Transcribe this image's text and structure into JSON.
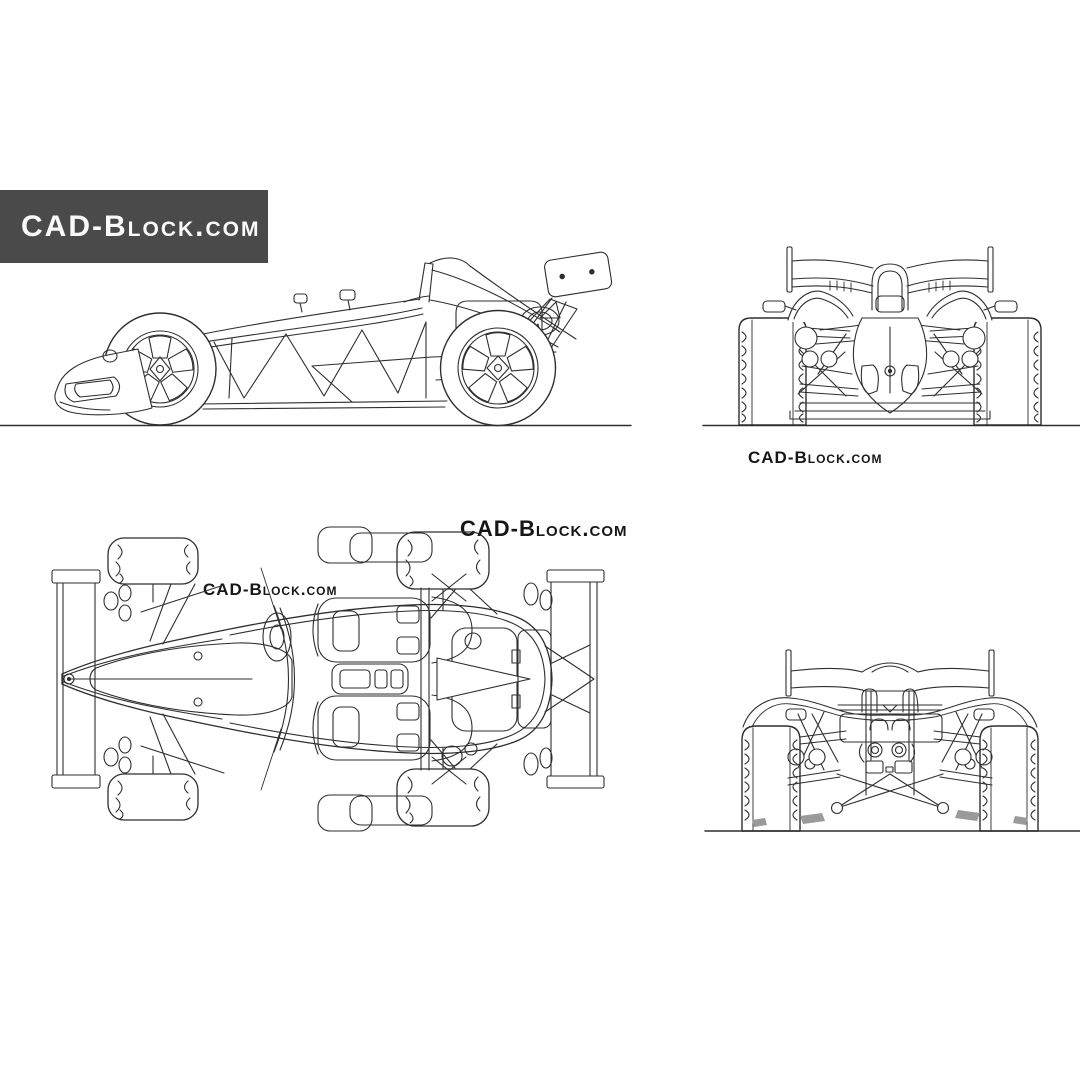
{
  "page": {
    "background": "#ffffff",
    "line_color": "#2e2e2e"
  },
  "branding": {
    "banner_label": "CAD-Block.com",
    "banner_bg": "#4a4a4a",
    "banner_text_color": "#fafafa"
  },
  "watermarks": [
    {
      "label": "CAD-Block.com"
    },
    {
      "label": "CAD-Block.com"
    },
    {
      "label": "CAD-Block.com"
    }
  ]
}
